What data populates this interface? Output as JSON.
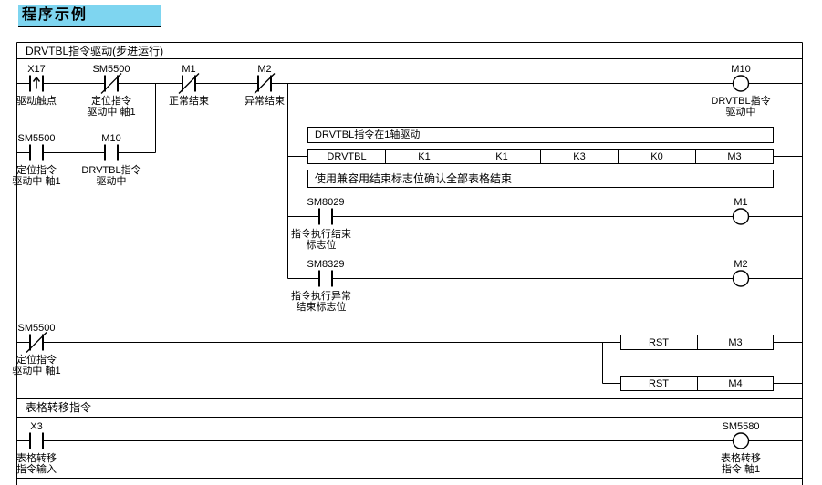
{
  "title": "程序示例",
  "colors": {
    "title_highlight": "#7ED5F0",
    "diagram_line": "#000000"
  },
  "section1": {
    "header": "DRVTBL指令驱动(步进运行)"
  },
  "rung1": {
    "x17": {
      "name": "X17",
      "desc": "驱动触点"
    },
    "sm5500": {
      "name": "SM5500",
      "desc1": "定位指令",
      "desc2": "驱动中 軸1"
    },
    "m1": {
      "name": "M1",
      "desc": "正常结束"
    },
    "m2": {
      "name": "M2",
      "desc": "异常结束"
    },
    "m10_coil": {
      "name": "M10",
      "desc1": "DRVTBL指令",
      "desc2": "驱动中"
    }
  },
  "rung2": {
    "sm5500": {
      "name": "SM5500",
      "desc1": "定位指令",
      "desc2": "驱动中 軸1"
    },
    "m10": {
      "name": "M10",
      "desc1": "DRVTBL指令",
      "desc2": "驱动中"
    }
  },
  "comment1": "DRVTBL指令在1轴驱动",
  "instruction_block": {
    "cells": [
      "DRVTBL",
      "K1",
      "K1",
      "K3",
      "K0",
      "M3"
    ]
  },
  "comment2": "使用兼容用结束标志位确认全部表格结束",
  "rung3": {
    "sm8029": {
      "name": "SM8029",
      "desc1": "指令执行结束",
      "desc2": "标志位"
    },
    "m1_coil": {
      "name": "M1"
    }
  },
  "rung4": {
    "sm8329": {
      "name": "SM8329",
      "desc1": "指令执行异常",
      "desc2": "结束标志位"
    },
    "m2_coil": {
      "name": "M2"
    }
  },
  "rung5": {
    "sm5500": {
      "name": "SM5500",
      "desc1": "定位指令",
      "desc2": "驱动中 軸1"
    },
    "rst1": {
      "op": "RST",
      "operand": "M3"
    },
    "rst2": {
      "op": "RST",
      "operand": "M4"
    }
  },
  "section2": {
    "header": "表格转移指令"
  },
  "rung6": {
    "x3": {
      "name": "X3",
      "desc1": "表格转移",
      "desc2": "指令输入"
    },
    "sm5580_coil": {
      "name": "SM5580",
      "desc1": "表格转移",
      "desc2": "指令 軸1"
    }
  }
}
